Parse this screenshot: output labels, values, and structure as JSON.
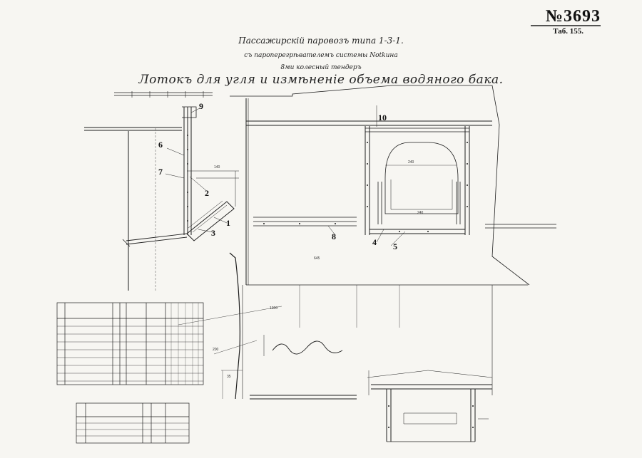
{
  "document": {
    "number": "№3693",
    "table_ref": "Таб. 155.",
    "title_lines": [
      "Пассажирскій паровозъ типа 1-3-1.",
      "съ пароперегрѣвателемъ системы Notkина",
      "8ми колесный тендеръ",
      "Лотокъ для угля и измѣненіе объема водяного бака."
    ]
  },
  "callouts": {
    "c1": "1",
    "c2": "2",
    "c3": "3",
    "c4": "4",
    "c5": "5",
    "c6": "6",
    "c7": "7",
    "c8": "8",
    "c9": "9",
    "c10": "10"
  },
  "dimensions": {
    "d1": "140",
    "d2": "240",
    "d3": "240",
    "d4": "645",
    "d5": "200",
    "d6": "35",
    "d7": "1300"
  },
  "colors": {
    "ink": "#1c1c1c",
    "paper": "#f7f6f2"
  }
}
